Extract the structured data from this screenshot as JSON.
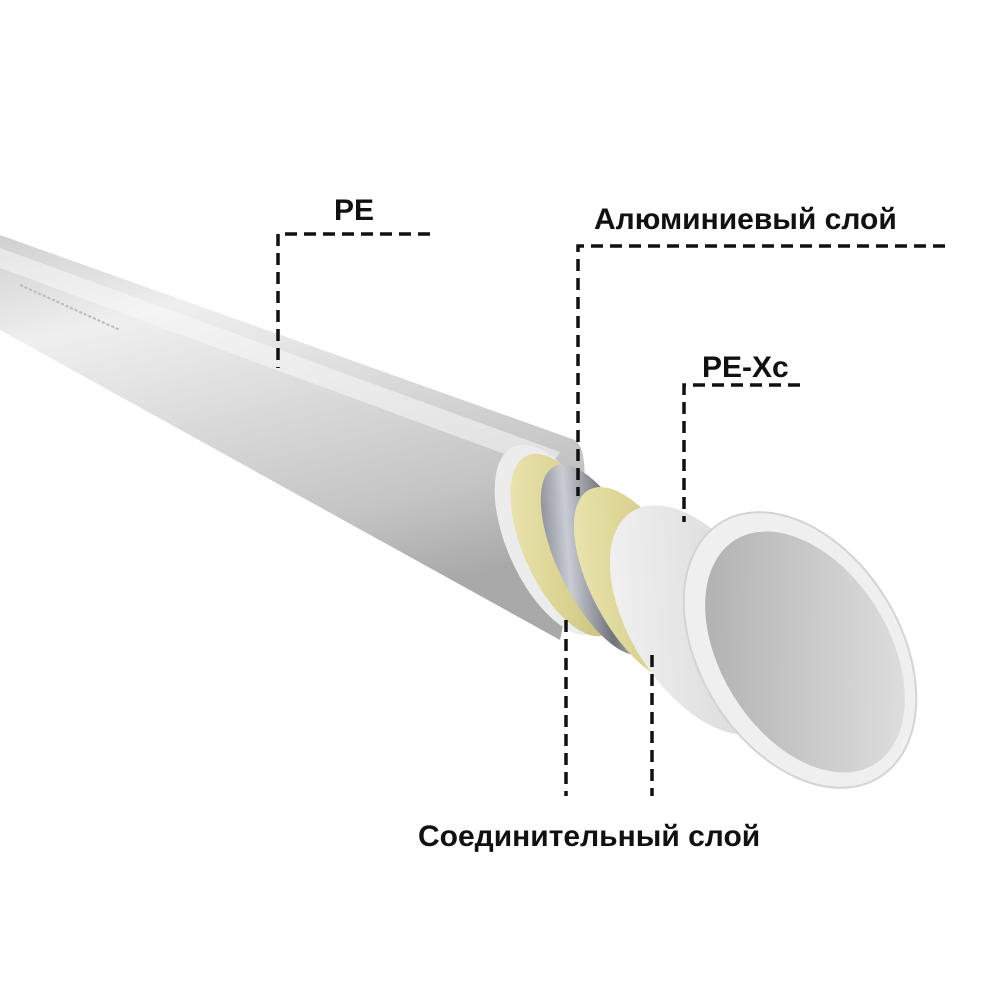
{
  "labels": {
    "pe": "PE",
    "aluminium": "Алюминиевый слой",
    "pe_xc": "PE-Xc",
    "bonding": "Соединительный слой"
  },
  "colors": {
    "pipe_outer": "#d6d6d6",
    "pipe_highlight": "#f2f2f2",
    "pipe_shadow": "#a8a8a8",
    "adhesive_yellow": "#dcd79a",
    "aluminium_steel": "#8a8f96",
    "inner_bore": "#c8c8c8",
    "leader_line": "#111111"
  }
}
